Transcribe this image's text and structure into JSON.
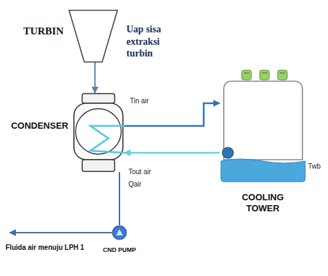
{
  "diagram": {
    "nodes": [
      {
        "text": [
          "TURBIN"
        ]
      },
      {
        "text": [
          "CONDENSER"
        ]
      },
      {
        "text": [
          "COOLING TOWER"
        ]
      },
      {
        "text": [
          "CND PUMP"
        ]
      }
    ],
    "edges": [
      {
        "from": 0,
        "to": 1,
        "arrow": "to"
      },
      {
        "from": 1,
        "to": 2,
        "arrow": "to"
      },
      {
        "from": 2,
        "to": 1,
        "arrow": "to"
      },
      {
        "from": 1,
        "to": 3,
        "arrow": "none"
      }
    ],
    "labels": [
      "Uap sisa extraksi turbin",
      "Tin air",
      "Tout air",
      "Qair",
      "Twb",
      "Fluida air menuju LPH 1"
    ]
  }
}
